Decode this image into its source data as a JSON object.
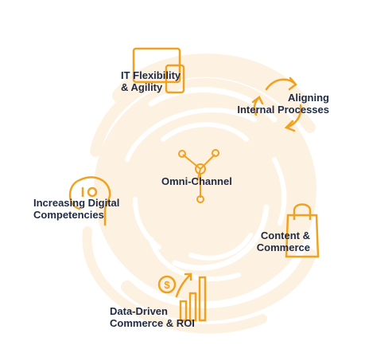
{
  "colors": {
    "accent": "#f0a11f",
    "background_ring": "#fdf1e2",
    "text": "#1f2a44"
  },
  "center": {
    "label": "Omni-Channel",
    "icon": "network-hub-icon"
  },
  "items": [
    {
      "id": "it-flexibility",
      "lines": [
        "IT Flexibility",
        "& Agility"
      ],
      "icon": "devices-icon"
    },
    {
      "id": "aligning-processes",
      "lines": [
        "Aligning",
        "Internal Processes"
      ],
      "icon": "cycle-arrows-icon"
    },
    {
      "id": "content-commerce",
      "lines": [
        "Content &",
        "Commerce"
      ],
      "icon": "shopping-bag-icon"
    },
    {
      "id": "data-driven",
      "lines": [
        "Data-Driven",
        "Commerce & ROI"
      ],
      "icon": "growth-chart-icon"
    },
    {
      "id": "digital-competencies",
      "lines": [
        "Increasing Digital",
        "Competencies"
      ],
      "icon": "head-icon"
    }
  ]
}
